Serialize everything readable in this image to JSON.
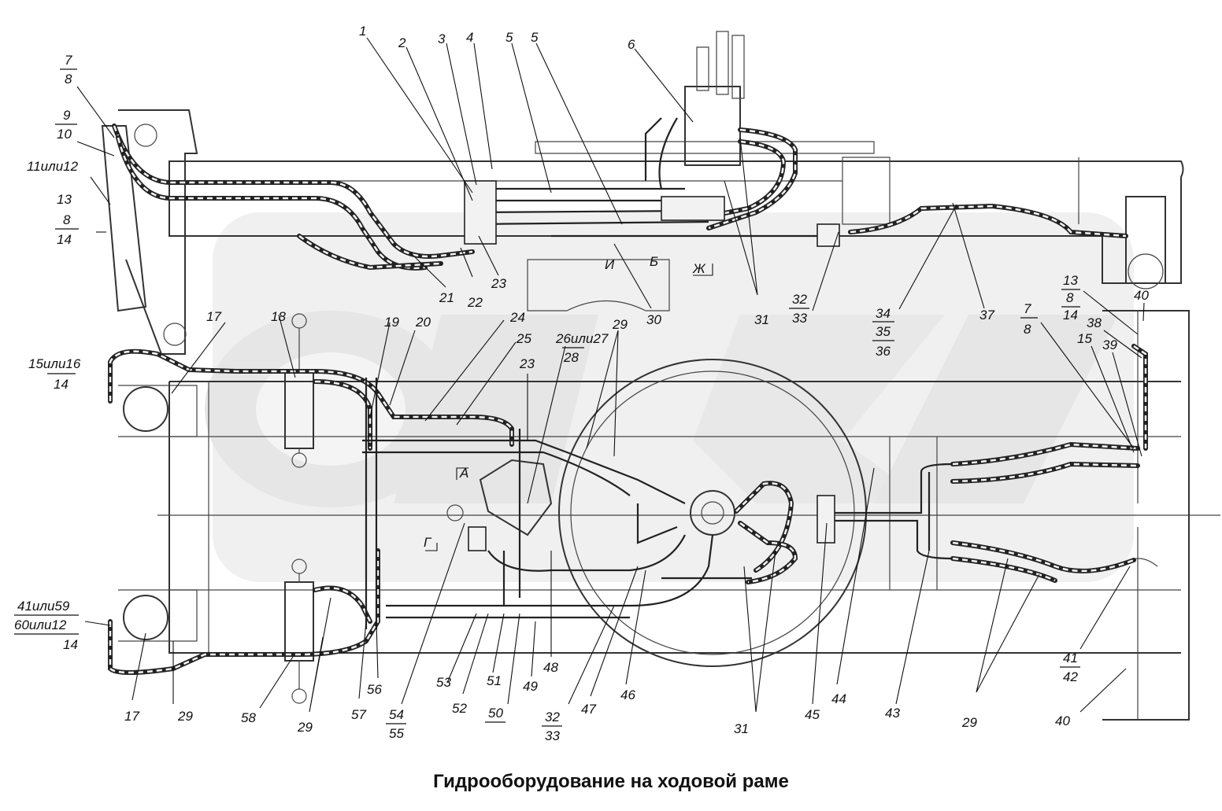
{
  "title": "Гидрооборудование на ходовой раме",
  "watermark_color": "#d7d7d7",
  "line_color": "#222222",
  "labels": [
    {
      "id": "l-1",
      "text": "1"
    },
    {
      "id": "l-2",
      "text": "2"
    },
    {
      "id": "l-3",
      "text": "3"
    },
    {
      "id": "l-4",
      "text": "4"
    },
    {
      "id": "l-5a",
      "text": "5"
    },
    {
      "id": "l-5b",
      "text": "5"
    },
    {
      "id": "l-6",
      "text": "6"
    },
    {
      "id": "l-7-8-top",
      "top": "7",
      "bottom": "8"
    },
    {
      "id": "l-9-10",
      "top": "9",
      "bottom": "10"
    },
    {
      "id": "l-11-12",
      "text": "11или12"
    },
    {
      "id": "l-13-left",
      "text": "13"
    },
    {
      "id": "l-8-14-left",
      "top": "8",
      "bottom": "14"
    },
    {
      "id": "l-15-16",
      "top": "15или16",
      "bottom": "14"
    },
    {
      "id": "l-17a",
      "text": "17"
    },
    {
      "id": "l-17b",
      "text": "17"
    },
    {
      "id": "l-18",
      "text": "18"
    },
    {
      "id": "l-19",
      "text": "19"
    },
    {
      "id": "l-20",
      "text": "20"
    },
    {
      "id": "l-21",
      "text": "21"
    },
    {
      "id": "l-22",
      "text": "22"
    },
    {
      "id": "l-23a",
      "text": "23"
    },
    {
      "id": "l-23b",
      "text": "23"
    },
    {
      "id": "l-24",
      "text": "24"
    },
    {
      "id": "l-25",
      "text": "25"
    },
    {
      "id": "l-26-28",
      "top": "26или27",
      "bottom": "28"
    },
    {
      "id": "l-29a",
      "text": "29"
    },
    {
      "id": "l-29b",
      "text": "29"
    },
    {
      "id": "l-29c",
      "text": "29"
    },
    {
      "id": "l-29d",
      "text": "29"
    },
    {
      "id": "l-30",
      "text": "30"
    },
    {
      "id": "l-31a",
      "text": "31"
    },
    {
      "id": "l-31b",
      "text": "31"
    },
    {
      "id": "l-32-33a",
      "top": "32",
      "bottom": "33"
    },
    {
      "id": "l-32-33b",
      "top": "32",
      "bottom": "33"
    },
    {
      "id": "l-34-36",
      "lines": [
        "34",
        "35",
        "36"
      ]
    },
    {
      "id": "l-37",
      "text": "37"
    },
    {
      "id": "l-7-8-mid",
      "top": "7",
      "bottom": "8"
    },
    {
      "id": "l-13-8-14-right",
      "lines": [
        "13",
        "8",
        "14"
      ]
    },
    {
      "id": "l-15r",
      "text": "15"
    },
    {
      "id": "l-38",
      "text": "38"
    },
    {
      "id": "l-39",
      "text": "39"
    },
    {
      "id": "l-40a",
      "text": "40"
    },
    {
      "id": "l-40b",
      "text": "40"
    },
    {
      "id": "l-41-42",
      "top": "41",
      "bottom": "42"
    },
    {
      "id": "l-41-59",
      "lines": [
        "41или59",
        "60или12",
        "14"
      ]
    },
    {
      "id": "l-43",
      "text": "43"
    },
    {
      "id": "l-44",
      "text": "44"
    },
    {
      "id": "l-45",
      "text": "45"
    },
    {
      "id": "l-46",
      "text": "46"
    },
    {
      "id": "l-47",
      "text": "47"
    },
    {
      "id": "l-48",
      "text": "48"
    },
    {
      "id": "l-49",
      "text": "49"
    },
    {
      "id": "l-50",
      "text": "50"
    },
    {
      "id": "l-51",
      "text": "51"
    },
    {
      "id": "l-52",
      "text": "52"
    },
    {
      "id": "l-53",
      "text": "53"
    },
    {
      "id": "l-54-55",
      "top": "54",
      "bottom": "55"
    },
    {
      "id": "l-56",
      "text": "56"
    },
    {
      "id": "l-57",
      "text": "57"
    },
    {
      "id": "l-58",
      "text": "58"
    }
  ],
  "section_marks": [
    "А",
    "Б",
    "Г",
    "Ж",
    "И"
  ]
}
